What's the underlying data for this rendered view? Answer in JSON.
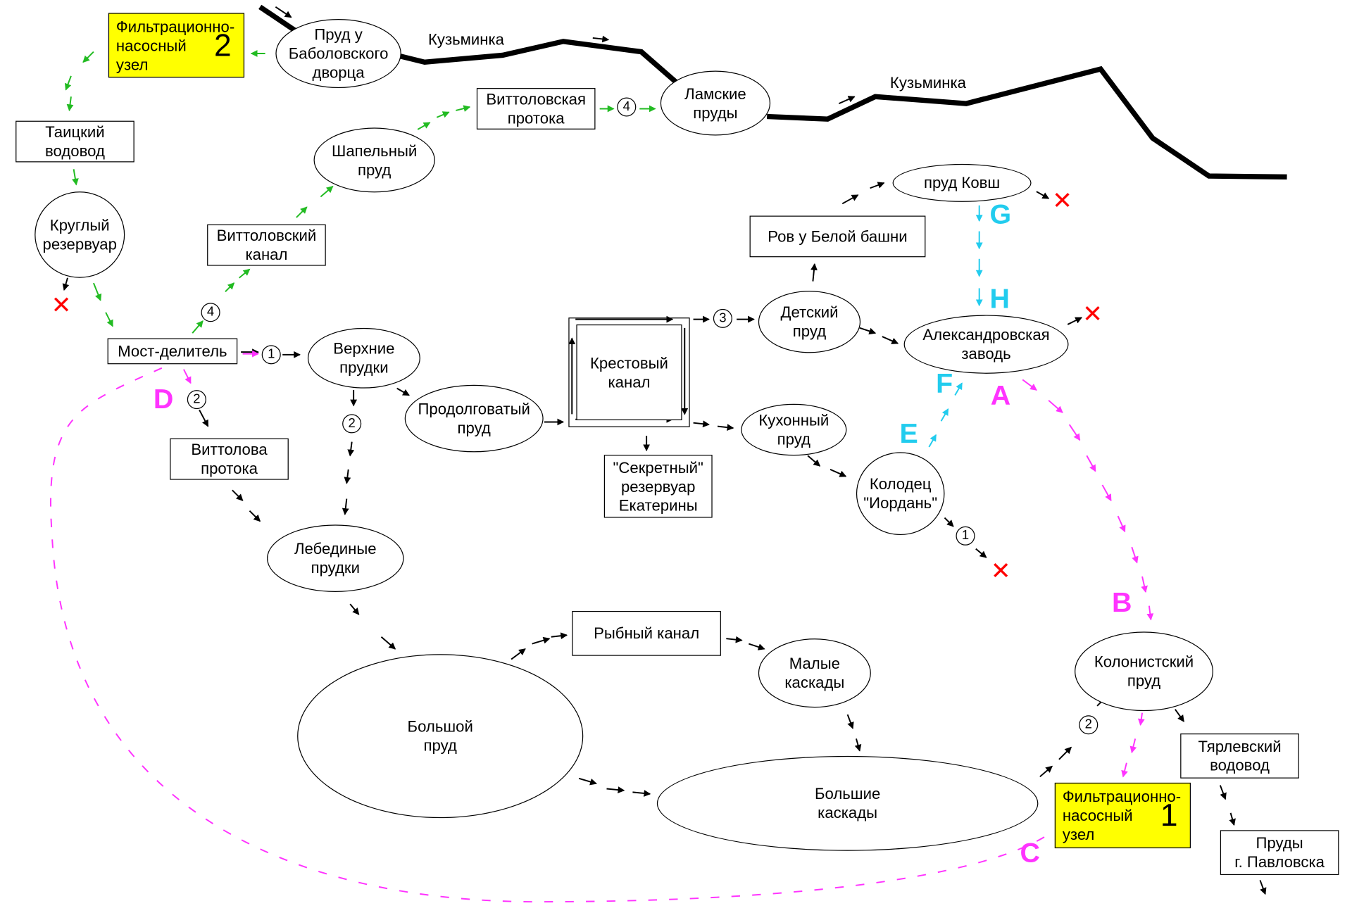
{
  "nodes": {
    "fnu2": {
      "label": "Фильтрационно-\nнасосный\nузел",
      "num": "2"
    },
    "fnu1": {
      "label": "Фильтрационно-\nнасосный\nузел",
      "num": "1"
    },
    "babolovo": "Пруд у\nБаболовского\nдворца",
    "taitsky": "Таицкий\nводовод",
    "krugly": "Круглый\nрезервуар",
    "vittolovsky_kanal": "Виттоловский\nканал",
    "shapelny": "Шапельный\nпруд",
    "vittolovskaya_protoka": "Виттоловская\nпротока",
    "lamskie": "Ламские\nпруды",
    "most": "Мост-делитель",
    "verhnie": "Верхние\nпрудки",
    "prodolgovaty": "Продолговатый\nпруд",
    "krestovy": "Крестовый\nканал",
    "sekretny": "\"Секретный\"\nрезервуар\nЕкатерины",
    "detsky": "Детский\nпруд",
    "rov": "Ров у Белой башни",
    "kovsh": "пруд Ковш",
    "aleksandrovskaya": "Александровская\nзаводь",
    "kuhonny": "Кухонный\nпруд",
    "kolodec": "Колодец\n\"Иордань\"",
    "vittolova_protoka": "Виттолова\nпротока",
    "lebedinye": "Лебединые\nпрудки",
    "bolshoy": "Большой\nпруд",
    "rybny": "Рыбный канал",
    "malye": "Малые\nкаскады",
    "bolshie_kaskady": "Большие\nкаскады",
    "kolonistsky": "Колонистский\nпруд",
    "tyarlevsky": "Тярлевский\nводовод",
    "pavlovsk": "Пруды\nг. Павловска"
  },
  "rivers": [
    "Кузьминка",
    "Кузьминка"
  ],
  "letters": [
    "A",
    "B",
    "C",
    "D",
    "E",
    "F",
    "G",
    "H"
  ],
  "numbers": {
    "one": "1",
    "two": "2",
    "three": "3",
    "four": "4"
  },
  "colors": {
    "green": "#22bb22",
    "magenta": "#ff33ff",
    "cyan": "#22ccee",
    "black": "#000000",
    "yellow": "#ffff00",
    "red": "#ff0000"
  },
  "icons": {
    "closed_end": "cross-icon"
  }
}
